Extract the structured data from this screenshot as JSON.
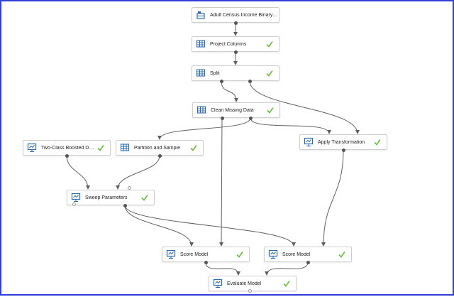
{
  "colors": {
    "edge": "#606060",
    "check": "#6abe3a",
    "icon": "#2b6cb0",
    "frame": "#2f3fd8"
  },
  "nodes": [
    {
      "id": "dataset",
      "label": "Adult Census Income Binary C...",
      "icon": "dataset-icon",
      "check": false
    },
    {
      "id": "project",
      "label": "Project Columns",
      "icon": "table-icon",
      "check": true
    },
    {
      "id": "split",
      "label": "Split",
      "icon": "table-icon",
      "check": true
    },
    {
      "id": "clean",
      "label": "Clean Missing Data",
      "icon": "table-icon",
      "check": true
    },
    {
      "id": "boosted",
      "label": "Two-Class Boosted Decision T...",
      "icon": "model-icon",
      "check": true
    },
    {
      "id": "partition",
      "label": "Partition and Sample",
      "icon": "table-icon",
      "check": true
    },
    {
      "id": "apply",
      "label": "Apply Transformation",
      "icon": "model-icon",
      "check": true
    },
    {
      "id": "sweep",
      "label": "Sweep Parameters",
      "icon": "model-icon",
      "check": true
    },
    {
      "id": "score1",
      "label": "Score Model",
      "icon": "model-icon",
      "check": true
    },
    {
      "id": "score2",
      "label": "Score Model",
      "icon": "model-icon",
      "check": true
    },
    {
      "id": "evaluate",
      "label": "Evaluate Model",
      "icon": "model-icon",
      "check": true
    }
  ],
  "edges": [
    [
      "dataset",
      "project"
    ],
    [
      "project",
      "split"
    ],
    [
      "split",
      "clean"
    ],
    [
      "split",
      "apply"
    ],
    [
      "clean",
      "partition"
    ],
    [
      "clean",
      "apply"
    ],
    [
      "clean",
      "score1"
    ],
    [
      "boosted",
      "sweep"
    ],
    [
      "partition",
      "sweep"
    ],
    [
      "sweep",
      "score1"
    ],
    [
      "sweep",
      "score2"
    ],
    [
      "apply",
      "score2"
    ],
    [
      "score1",
      "evaluate"
    ],
    [
      "score2",
      "evaluate"
    ]
  ]
}
